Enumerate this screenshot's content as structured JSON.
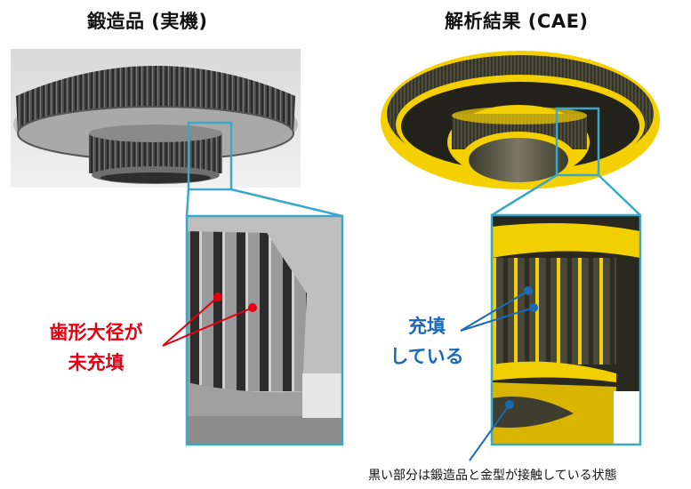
{
  "left_panel": {
    "title": "鍛造品 (実機)",
    "annotation_line1": "歯形大径が",
    "annotation_line2": "未充填",
    "annotation_color": "#e60012"
  },
  "right_panel": {
    "title": "解析結果 (CAE)",
    "annotation_line1": "充填",
    "annotation_line2": "している",
    "annotation_color": "#1a6ab5",
    "caption": "黒い部分は鍛造品と金型が接触している状態"
  },
  "colors": {
    "zoom_box": "#3aa8c8",
    "cae_yellow": "#f5d000",
    "cae_dark": "#3c3a2c",
    "photo_metal": "#5a5a5a"
  }
}
